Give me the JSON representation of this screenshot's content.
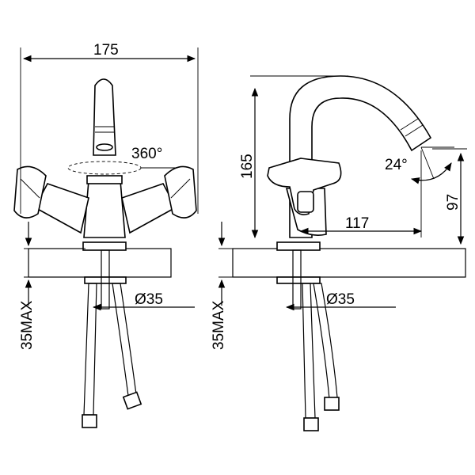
{
  "dimensions": {
    "width_total": "175",
    "rotation": "360°",
    "diameter_left": "Ø35",
    "max_left": "35MAX",
    "height_total": "165",
    "angle": "24°",
    "reach": "117",
    "spout_height": "97",
    "diameter_right": "Ø35",
    "max_right": "35MAX"
  },
  "colors": {
    "line": "#000000",
    "background": "#ffffff"
  }
}
